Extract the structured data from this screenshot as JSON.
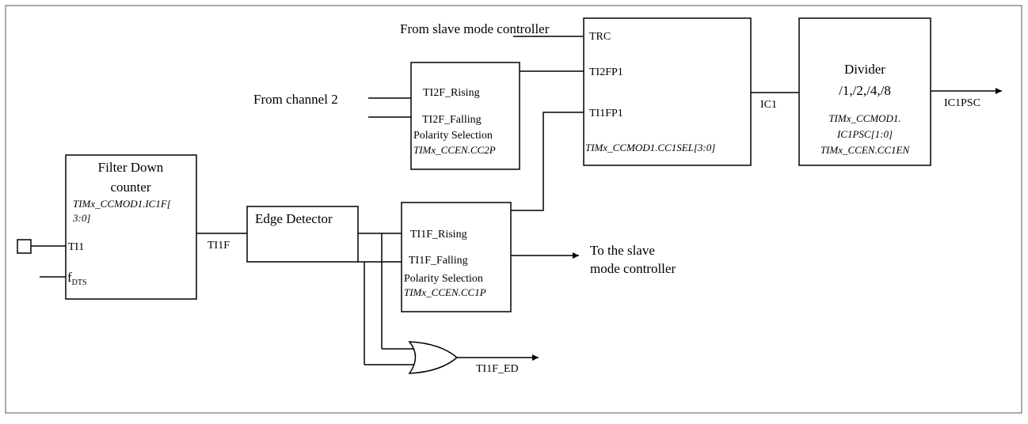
{
  "inputs": {
    "from_slave_mode_controller": "From slave mode controller",
    "from_channel2": "From channel 2"
  },
  "filter": {
    "title_line1": "Filter Down",
    "title_line2": "counter",
    "reg_line1": "TIMx_CCMOD1.IC1F[",
    "reg_line2": "3:0]",
    "port_ti1": "TI1",
    "port_fdts_main": "f",
    "port_fdts_sub": "DTS"
  },
  "signals": {
    "ti1f": "TI1F",
    "ic1": "IC1",
    "ic1psc": "IC1PSC",
    "ti1f_ed": "TI1F_ED"
  },
  "edge_detector": {
    "title": "Edge Detector"
  },
  "polarity_ch1": {
    "rising": "TI1F_Rising",
    "falling": "TI1F_Falling",
    "title": "Polarity Selection",
    "reg": "TIMx_CCEN.CC1P"
  },
  "polarity_ch2": {
    "rising": "TI2F_Rising",
    "falling": "TI2F_Falling",
    "title": "Polarity Selection",
    "reg": "TIMx_CCEN.CC2P"
  },
  "mux": {
    "port_trc": "TRC",
    "port_ti2fp1": "TI2FP1",
    "port_ti1fp1": "TI1FP1",
    "reg": "TIMx_CCMOD1.CC1SEL[3:0]"
  },
  "divider": {
    "title": "Divider",
    "ratios": "/1,/2,/4,/8",
    "reg_line1": "TIMx_CCMOD1.",
    "reg_line2": "IC1PSC[1:0]",
    "reg_line3": "TIMx_CCEN.CC1EN"
  },
  "outputs": {
    "to_slave_line1": "To the slave",
    "to_slave_line2": "mode controller"
  }
}
